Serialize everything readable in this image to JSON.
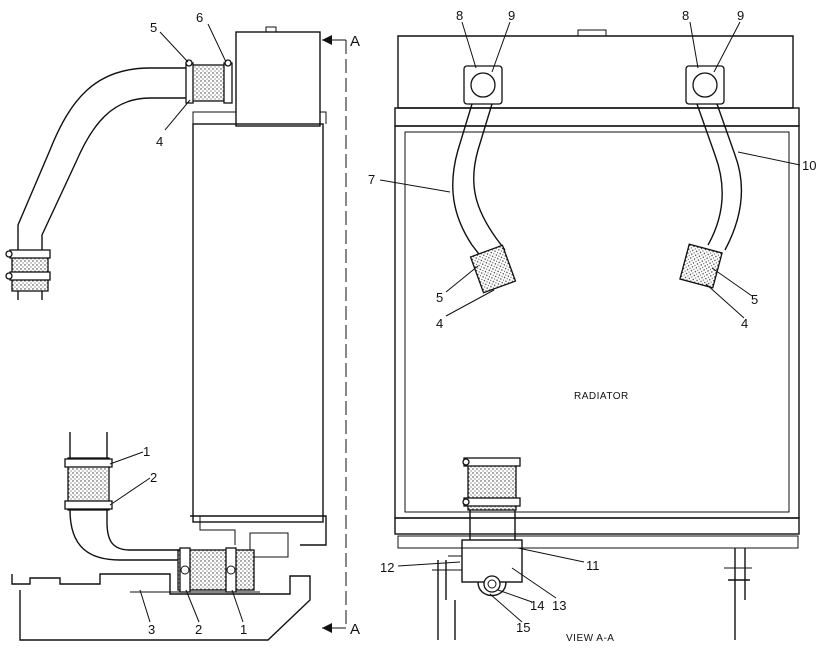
{
  "callouts": {
    "c1": "1",
    "c2": "2",
    "c3": "3",
    "c4": "4",
    "c5": "5",
    "c6": "6",
    "c7": "7",
    "c8": "8",
    "c9": "9",
    "c10": "10",
    "c11": "11",
    "c12": "12",
    "c13": "13",
    "c14": "14",
    "c15": "15"
  },
  "section_marker": "A",
  "radiator_label": "RADIATOR",
  "view_caption": "VIEW  A-A"
}
